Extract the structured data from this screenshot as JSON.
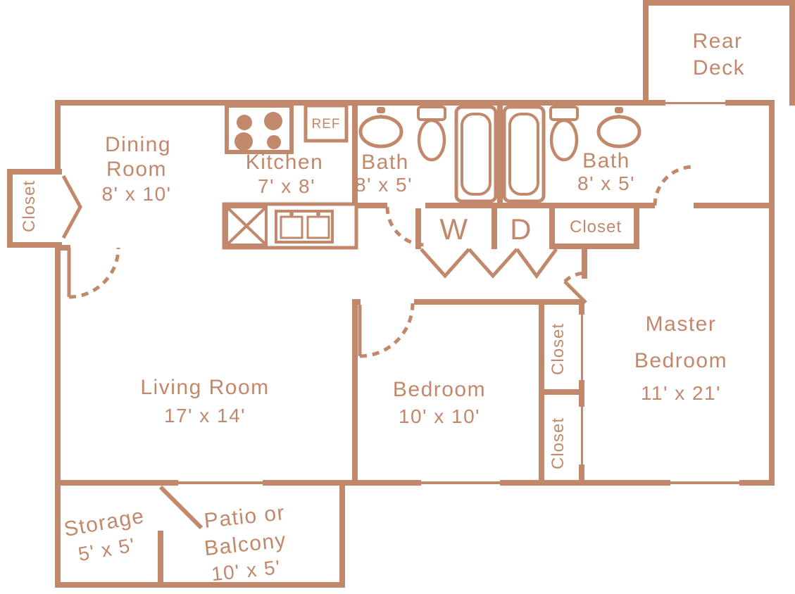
{
  "palette": {
    "wall": "#c1886b",
    "background": "#ffffff"
  },
  "rooms": {
    "rear_deck": {
      "line1": "Rear",
      "line2": "Deck"
    },
    "dining": {
      "line1": "Dining",
      "line2": "Room",
      "dims": "8' x 10'"
    },
    "kitchen": {
      "name": "Kitchen",
      "dims": "7' x 8'"
    },
    "bath_left": {
      "name": "Bath",
      "dims": "8' x 5'"
    },
    "bath_right": {
      "name": "Bath",
      "dims": "8' x 5'"
    },
    "living": {
      "name": "Living Room",
      "dims": "17' x 14'"
    },
    "bedroom": {
      "name": "Bedroom",
      "dims": "10' x 10'"
    },
    "master": {
      "line1": "Master",
      "line2": "Bedroom",
      "dims": "11' x 21'"
    },
    "storage": {
      "name": "Storage",
      "dims": "5' x 5'"
    },
    "patio": {
      "line1": "Patio or",
      "line2": "Balcony",
      "dims": "10' x 5'"
    }
  },
  "closets": {
    "dining": "Closet",
    "hall": "Closet",
    "bedroom_top": "Closet",
    "bedroom_bottom": "Closet"
  },
  "fixtures": {
    "refrigerator": "REF",
    "washer": "W",
    "dryer": "D"
  }
}
